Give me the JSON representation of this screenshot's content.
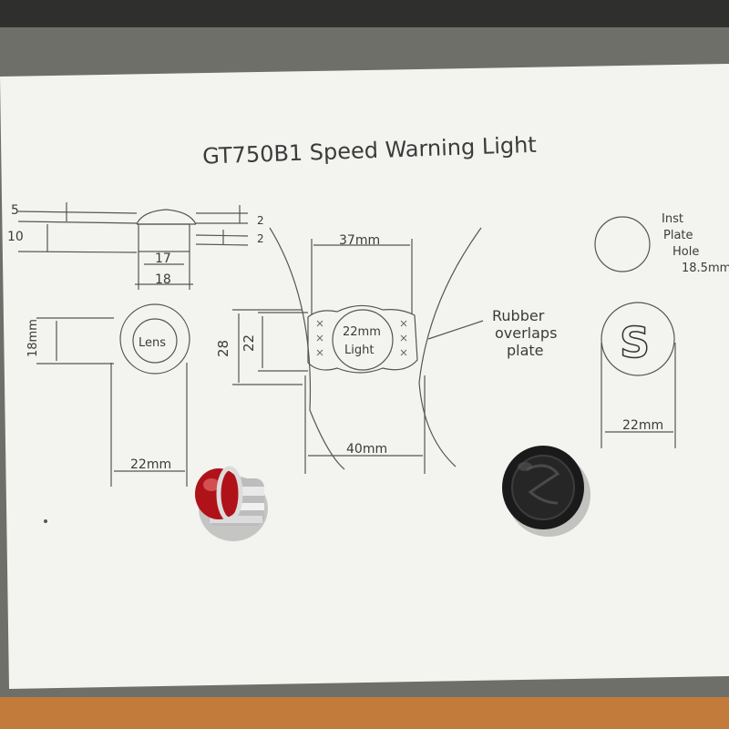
{
  "title": "GT750B1  Speed Warning Light",
  "left_elevation": {
    "dim_top": "5",
    "dim_height": "10",
    "dim_right_a": "2",
    "dim_right_b": "2",
    "dim_17": "17",
    "dim_18": "18"
  },
  "lens_view": {
    "label": "Lens",
    "height_dim": "18mm",
    "width_dim": "22mm"
  },
  "plate_view": {
    "top_width": "37mm",
    "outer_height": "28",
    "inner_height": "22",
    "center_line1": "22mm",
    "center_line2": "Light",
    "bottom_width": "40mm",
    "note_line1": "Rubber",
    "note_line2": "overlaps",
    "note_line3": "plate"
  },
  "hole_view": {
    "note_line1": "Inst",
    "note_line2": "Plate",
    "note_line3": "Hole",
    "note_line4": "18.5mm"
  },
  "badge_view": {
    "glyph": "S",
    "width_dim": "22mm"
  },
  "colors": {
    "paper": "#f4f4f1",
    "pencil": "#4a4a4a",
    "red_lens": "#b0121a",
    "chrome": "#c9c9c9",
    "rubber": "#1a1a1a"
  }
}
